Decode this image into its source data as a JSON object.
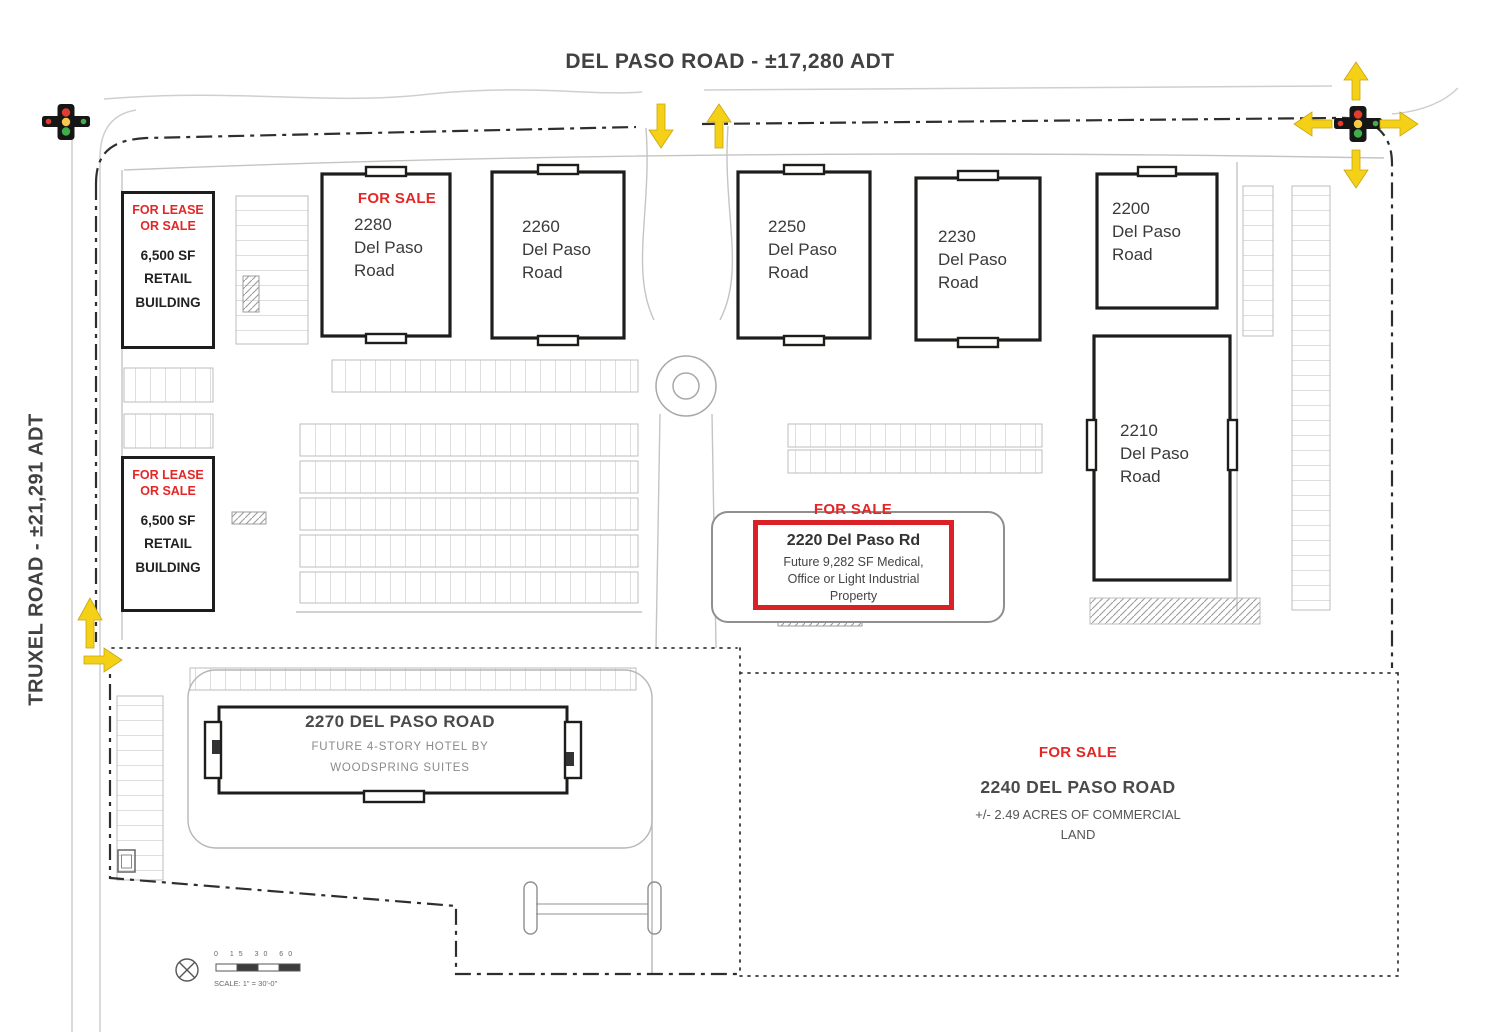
{
  "roads": {
    "del_paso": "DEL PASO ROAD - ±17,280 ADT",
    "truxel": "TRUXEL ROAD - ±21,291 ADT"
  },
  "buildings": {
    "retail_north": {
      "tag": "FOR LEASE\nOR SALE",
      "desc": "6,500 SF\nRETAIL\nBUILDING"
    },
    "retail_south": {
      "tag": "FOR LEASE\nOR SALE",
      "desc": "6,500 SF\nRETAIL\nBUILDING"
    },
    "b2280": {
      "tag": "FOR SALE",
      "name": "2280\nDel Paso\nRoad"
    },
    "b2260": {
      "name": "2260\nDel Paso\nRoad"
    },
    "b2250": {
      "name": "2250\nDel Paso\nRoad"
    },
    "b2230": {
      "name": "2230\nDel Paso\nRoad"
    },
    "b2200": {
      "name": "2200\nDel Paso\nRoad"
    },
    "b2210": {
      "name": "2210\nDel Paso\nRoad"
    },
    "b2220": {
      "tag": "FOR SALE",
      "title": "2220 Del Paso Rd",
      "desc": "Future 9,282 SF Medical,\nOffice or Light Industrial\nProperty"
    },
    "hotel": {
      "title": "2270 DEL PASO ROAD",
      "line2": "FUTURE 4-STORY HOTEL BY",
      "line3": "WOODSPRING SUITES"
    },
    "land": {
      "tag": "FOR SALE",
      "title": "2240 DEL PASO ROAD",
      "desc": "+/- 2.49 ACRES OF  COMMERCIAL\nLAND"
    }
  },
  "scale": {
    "ticks": "0  15 30     60",
    "text": "SCALE: 1\" = 30'-0\""
  },
  "colors": {
    "accent_red": "#e32726",
    "arrow_yellow": "#f4d017",
    "line_gray": "#bcbcbc",
    "ink": "#1d1d1b"
  }
}
